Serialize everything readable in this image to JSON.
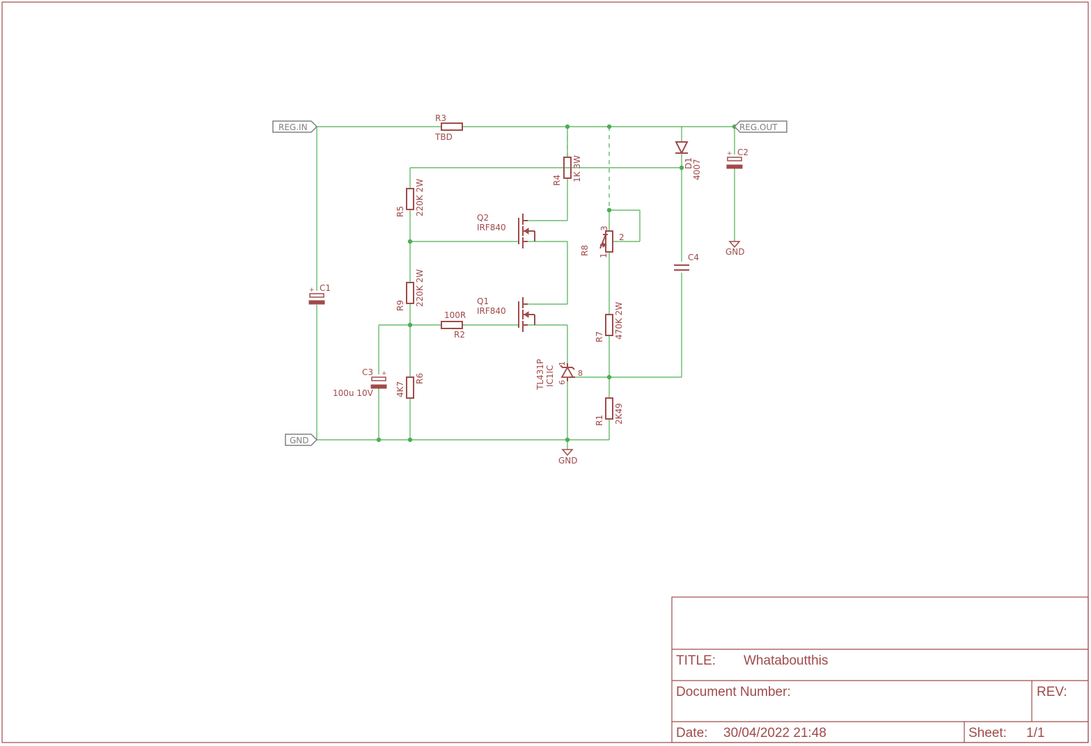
{
  "ports": {
    "reg_in": "REG.IN",
    "reg_out": "REG.OUT",
    "gnd": "GND"
  },
  "gnd_symbol": "GND",
  "components": {
    "r3": {
      "ref": "R3",
      "value": "TBD"
    },
    "r4": {
      "ref": "R4",
      "value": "1K 3W"
    },
    "r5": {
      "ref": "R5",
      "value": "220K 2W"
    },
    "r9": {
      "ref": "R9",
      "value": "220K 2W"
    },
    "r2": {
      "ref": "R2",
      "value": "100R"
    },
    "r6": {
      "ref": "R6",
      "value": "4K7"
    },
    "r7": {
      "ref": "R7",
      "value": "470K 2W"
    },
    "r1": {
      "ref": "R1",
      "value": "2K49"
    },
    "r8": {
      "ref": "R8",
      "pin1": "1",
      "pin2": "2",
      "pin3": "3"
    },
    "q1": {
      "ref": "Q1",
      "value": "IRF840"
    },
    "q2": {
      "ref": "Q2",
      "value": "IRF840"
    },
    "c1": {
      "ref": "C1",
      "plus": "+"
    },
    "c2": {
      "ref": "C2",
      "plus": "+"
    },
    "c3": {
      "ref": "C3",
      "value": "100u 10V",
      "plus": "+"
    },
    "c4": {
      "ref": "C4"
    },
    "d1": {
      "ref": "D1",
      "value": "4007"
    },
    "ic1": {
      "value": "TL431P",
      "ref": "IC1IC",
      "pin1": "1",
      "pin6": "6",
      "pin8": "8"
    }
  },
  "title_block": {
    "title_label": "TITLE:",
    "title_value": "Whataboutthis",
    "docnum_label": "Document Number:",
    "rev_label": "REV:",
    "date_label": "Date:",
    "date_value": "30/04/2022 21:48",
    "sheet_label": "Sheet:",
    "sheet_value": "1/1"
  },
  "colors": {
    "wire": "#4caf50",
    "symbol": "#a04a4a",
    "port": "#808080"
  }
}
